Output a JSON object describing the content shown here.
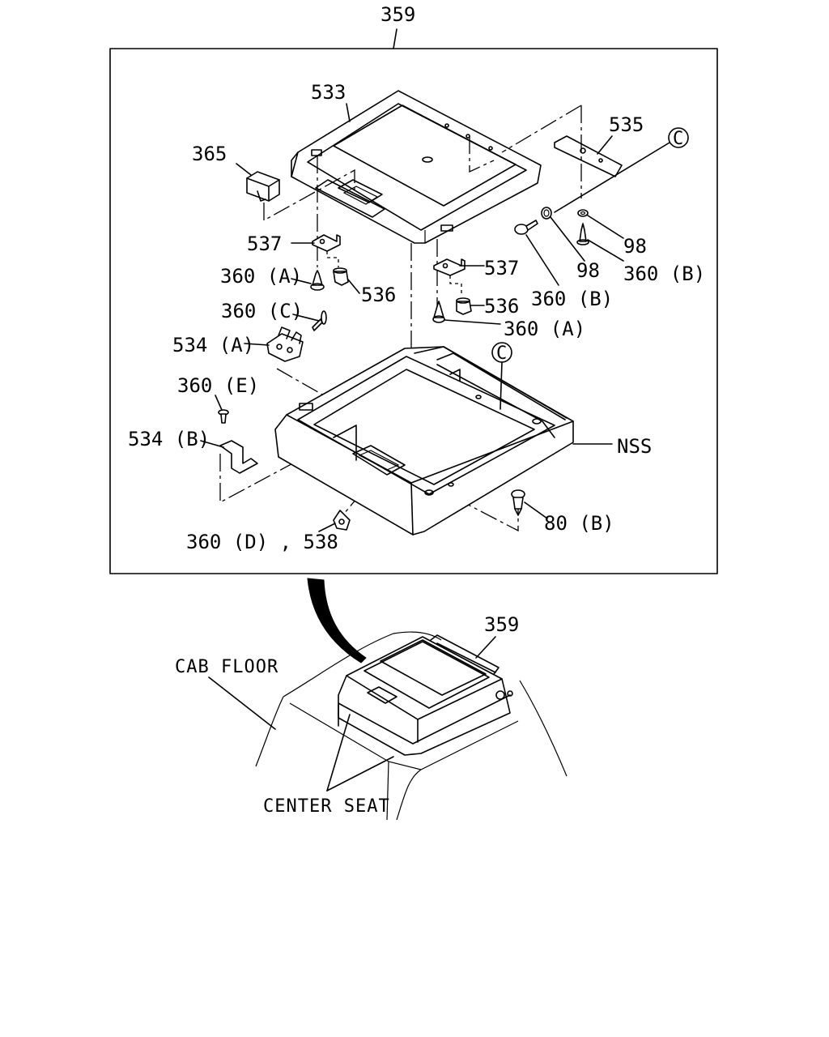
{
  "labels": {
    "top_assembly": "359",
    "upper_lid": "533",
    "connector": "365",
    "bracket_right": "535",
    "circle_c_top": "C",
    "bracket_537_left": "537",
    "bracket_537_right": "537",
    "clip_360a_left": "360 (A)",
    "clip_360a_right": "360 (A)",
    "clip_536_left": "536",
    "clip_536_right": "536",
    "clip_360c": "360 (C)",
    "hinge_534a": "534 (A)",
    "screw_360e": "360 (E)",
    "bracket_534b": "534 (B)",
    "washer_98_upper": "98",
    "washer_98_lower": "98",
    "screw_360b_right": "360 (B)",
    "screw_360b_mid": "360 (B)",
    "circle_c_lower": "C",
    "nss": "NSS",
    "clip_80b": "80 (B)",
    "clip_360d_538": "360 (D) , 538",
    "inset_359": "359",
    "cab_floor": "CAB FLOOR",
    "center_seat": "CENTER SEAT"
  }
}
